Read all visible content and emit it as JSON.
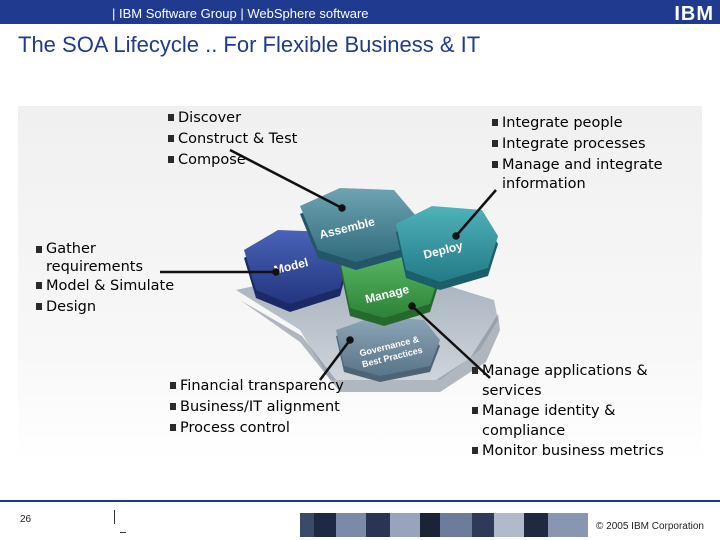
{
  "header": {
    "text": "| IBM Software Group | WebSphere software",
    "logo": "IBM"
  },
  "title": "The SOA Lifecycle .. For Flexible Business & IT",
  "colors": {
    "brand": "#1f3a8f",
    "assemble": "#3a7a8c",
    "deploy": "#2e8f9a",
    "model": "#2f4596",
    "manage": "#3f9e4a",
    "governance": "#5a7890"
  },
  "diagram": {
    "assemble": "Assemble",
    "deploy": "Deploy",
    "model": "Model",
    "manage": "Manage",
    "governance_line1": "Governance &",
    "governance_line2": "Best Practices"
  },
  "bullets": {
    "assemble": [
      "Discover",
      "Construct & Test",
      "Compose"
    ],
    "deploy": [
      [
        "Integrate people"
      ],
      [
        "Integrate processes"
      ],
      [
        "Manage and integrate",
        "information"
      ]
    ],
    "model": [
      [
        "Gather",
        "requirements"
      ],
      [
        "Model & Simulate"
      ],
      [
        "Design"
      ]
    ],
    "governance": [
      "Financial transparency",
      "Business/IT alignment",
      "Process control"
    ],
    "manage": [
      [
        "Manage applications &",
        "services"
      ],
      [
        "Manage identity &",
        "compliance"
      ],
      [
        "Monitor business metrics"
      ]
    ]
  },
  "footer": {
    "page": "26",
    "copyright": "© 2005 IBM Corporation"
  }
}
